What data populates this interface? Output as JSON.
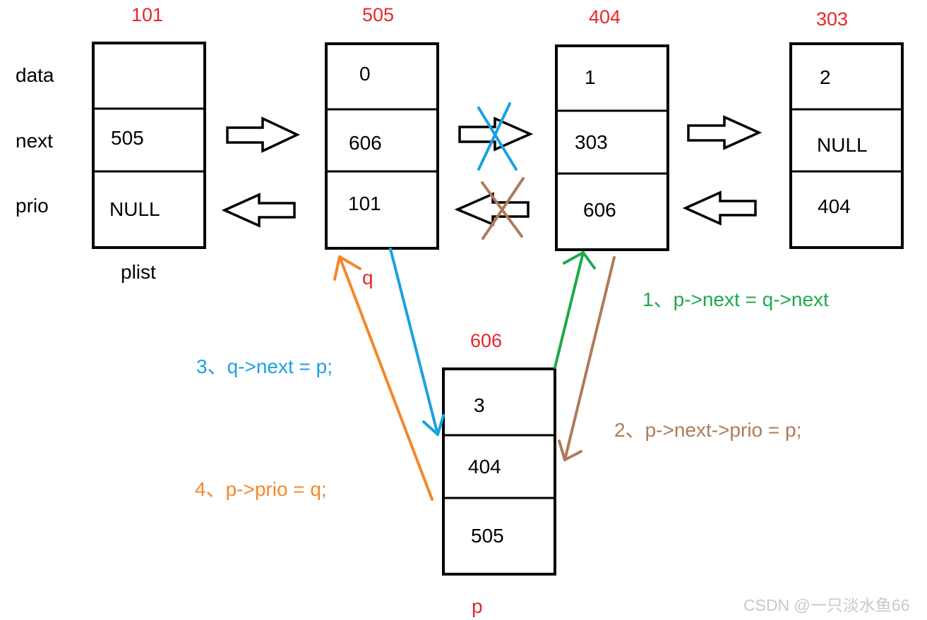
{
  "field_labels": {
    "data": "data",
    "next": "next",
    "prio": "prio"
  },
  "nodes": {
    "plist": {
      "address": "101",
      "data": "",
      "next": "505",
      "prio": "NULL",
      "name": "plist"
    },
    "q": {
      "address": "505",
      "data": "0",
      "next": "606",
      "prio": "101",
      "name": "q"
    },
    "n404": {
      "address": "404",
      "data": "1",
      "next": "303",
      "prio": "606"
    },
    "n303": {
      "address": "303",
      "data": "2",
      "next": "NULL",
      "prio": "404"
    },
    "p": {
      "address": "606",
      "data": "3",
      "next": "404",
      "prio": "505",
      "name": "p"
    }
  },
  "steps": [
    {
      "text": "1、p->next = q->next",
      "color": "#21a84b"
    },
    {
      "text": "2、p->next->prio = p;",
      "color": "#b07a58"
    },
    {
      "text": "3、q->next = p;",
      "color": "#1aa1e2"
    },
    {
      "text": "4、p->prio = q;",
      "color": "#f5862a"
    }
  ],
  "colors": {
    "address": "#e8262a",
    "node_name_q": "#e8262a",
    "node_name_p": "#e8262a",
    "removed_next_cross": "#1aa1e2",
    "removed_prio_cross": "#b07a58"
  },
  "watermark": "CSDN @一只淡水鱼66"
}
